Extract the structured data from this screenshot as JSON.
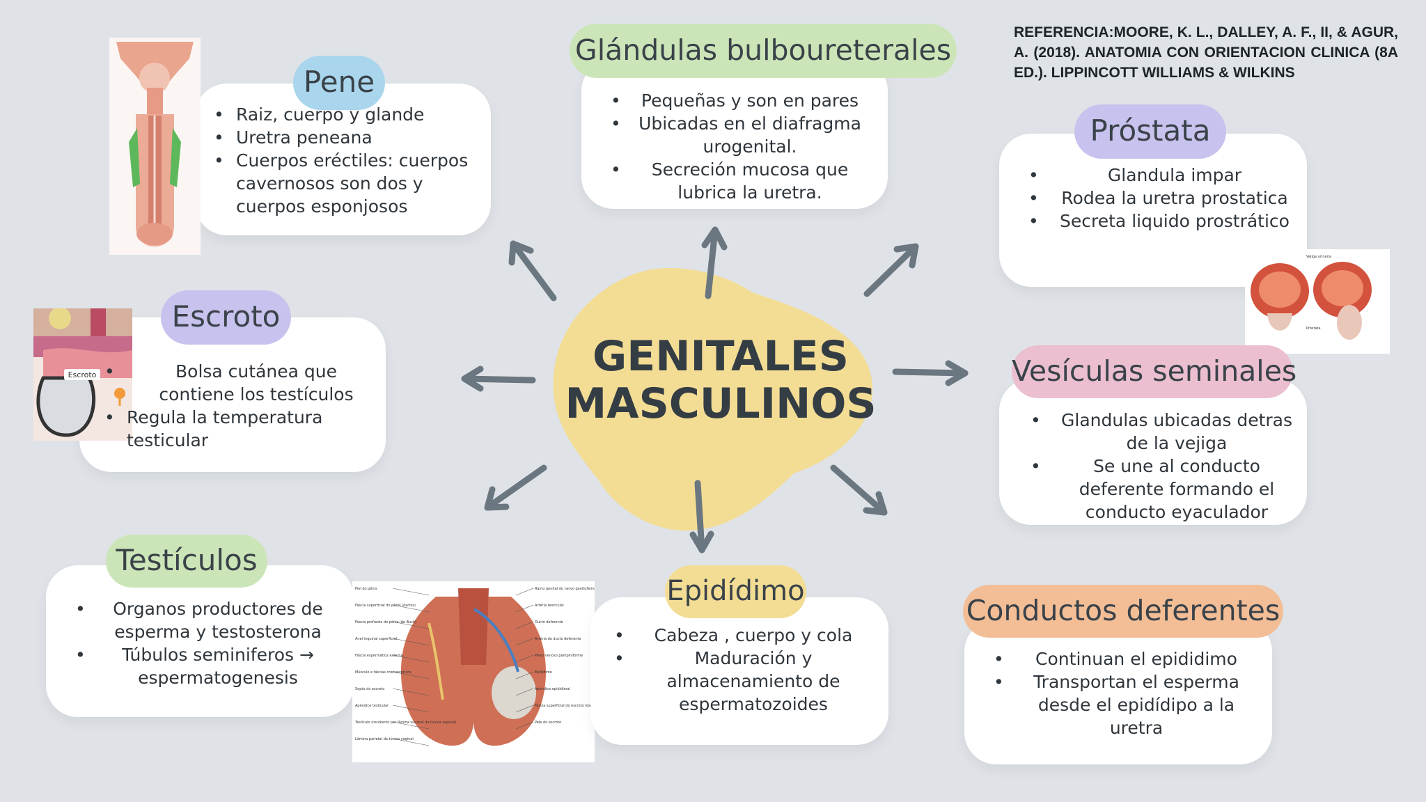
{
  "title": {
    "line1": "GENITALES",
    "line2": "MASCULINOS"
  },
  "reference": "REFERENCIA:MOORE, K. L., DALLEY, A. F., II, & AGUR, A. (2018). ANATOMIA CON ORIENTACION CLINICA (8A ED.). LIPPINCOTT WILLIAMS & WILKINS",
  "colors": {
    "background": "#dfe3e8",
    "blob": "#f3dd94",
    "pene": "#a9d6ec",
    "glandulas": "#cce5b8",
    "prostata": "#c8c3ee",
    "escroto": "#c8c3ee",
    "vesiculas": "#ebbfd0",
    "testiculos": "#cce5b8",
    "epididimo": "#f3dd94",
    "conductos": "#f3be96",
    "arrow": "#6b7780"
  },
  "sections": {
    "pene": {
      "title": "Pene",
      "items": [
        "Raiz, cuerpo y glande",
        "Uretra peneana",
        "Cuerpos eréctiles: cuerpos cavernosos son dos y cuerpos esponjosos"
      ]
    },
    "glandulas": {
      "title": "Glándulas bulboureterales",
      "items": [
        "Pequeñas y son en pares",
        "Ubicadas en el diafragma urogenital.",
        "Secreción mucosa que lubrica la uretra."
      ]
    },
    "prostata": {
      "title": "Próstata",
      "items": [
        "Glandula impar",
        "Rodea la uretra prostatica",
        "Secreta liquido prostrático"
      ]
    },
    "escroto": {
      "title": "Escroto",
      "items": [
        "Bolsa cutánea que contiene los testículos",
        "Regula la temperatura testicular"
      ]
    },
    "vesiculas": {
      "title": "Vesículas seminales",
      "items": [
        "Glandulas ubicadas detras de la vejiga",
        "Se une al conducto deferente formando el conducto eyaculador"
      ]
    },
    "testiculos": {
      "title": "Testículos",
      "items": [
        "Organos productores de esperma y testosterona",
        "Túbulos seminiferos → espermatogenesis"
      ]
    },
    "epididimo": {
      "title": "Epidídimo",
      "items": [
        "Cabeza , cuerpo y cola",
        "Maduración y almacenamiento de espermatozoides"
      ]
    },
    "conductos": {
      "title": "Conductos deferentes",
      "items": [
        "Continuan el epididimo",
        "Transportan el esperma desde el epidídipo a la uretra"
      ]
    }
  },
  "image_labels": {
    "escroto": "Escroto",
    "prostata_vejiga": "Vejiga urinaria",
    "prostata": "Próstata",
    "testis": [
      "Piel do pênis",
      "Ramo genital do nervo genitofemoral",
      "Fáscia superficial do pênis (dartos)",
      "Artéria testicular",
      "Fáscia profunda do pênis (de Buck)",
      "Ducto deferente",
      "Anel inguinal superficial",
      "Artéria do ducto deferente",
      "Fáscia espermática externa",
      "Plexo venoso pampiniforme",
      "Músculo e fáscias cremastéricos",
      "Epidídimo",
      "Septo do escroto",
      "Apêndice epididimal",
      "Apêndice testicular",
      "Fáscia superficial do escroto (dartos)",
      "Testículo (recoberto por lâmina visceral da túnica vaginal)",
      "Pele do escroto",
      "Lâmina parietal da túnica vaginal"
    ]
  }
}
